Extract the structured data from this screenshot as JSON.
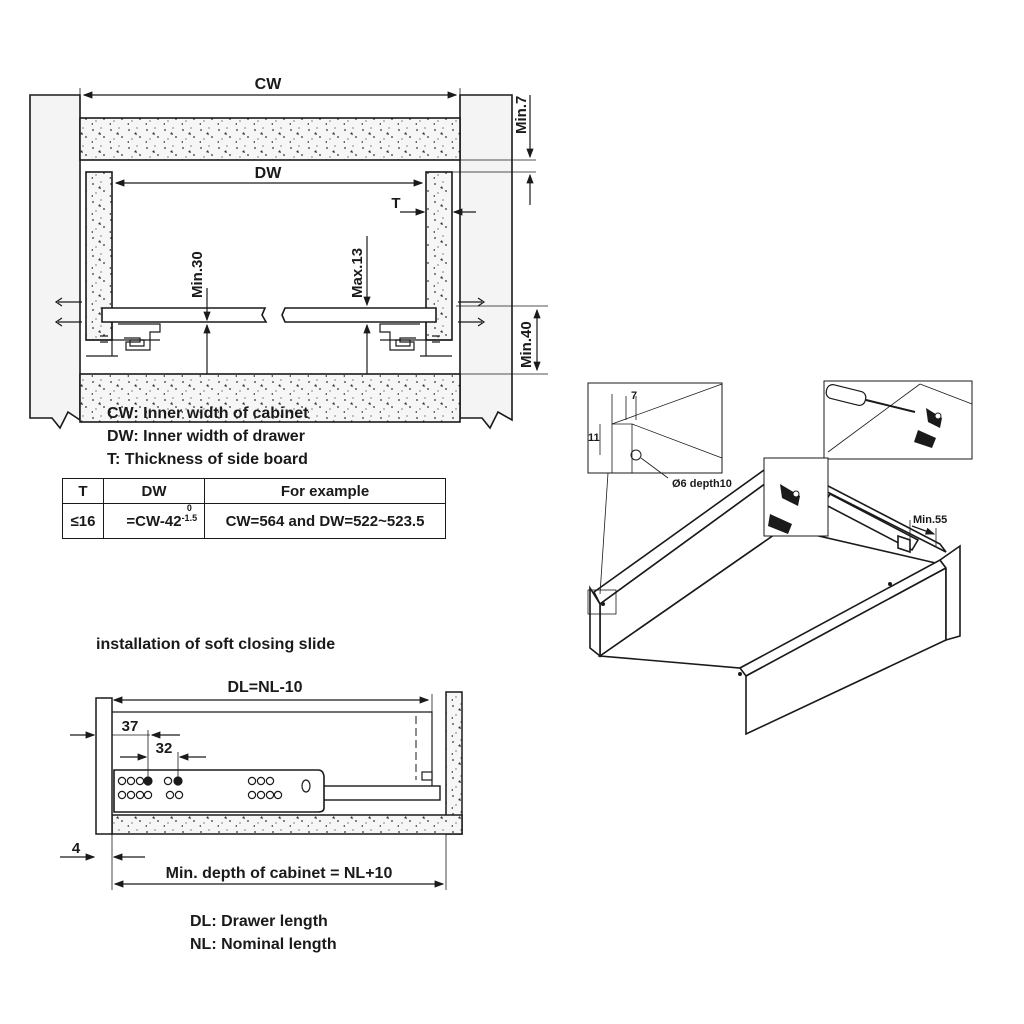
{
  "cabinet_section": {
    "cw_label": "CW",
    "dw_label": "DW",
    "t_label": "T",
    "min7_label": "Min.7",
    "min30_label": "Min.30",
    "max13_label": "Max.13",
    "min40_label": "Min.40"
  },
  "legend": [
    "CW: Inner width of cabinet",
    "DW: Inner width of drawer",
    "T: Thickness of side board"
  ],
  "spec_table": {
    "headers": [
      "T",
      "DW",
      "For example"
    ],
    "row": {
      "t": "≤16",
      "dw_formula": "=CW-42",
      "dw_tol_upper": "0",
      "dw_tol_lower": "-1.5",
      "example": "CW=564 and DW=522~523.5"
    }
  },
  "installation": {
    "heading": "installation of soft closing slide",
    "dl_label": "DL=NL-10",
    "dim_37": "37",
    "dim_32": "32",
    "dim_4": "4",
    "depth_label": "Min. depth of cabinet = NL+10",
    "notes": [
      "DL: Drawer length",
      "NL: Nominal length"
    ]
  },
  "drawer_3d": {
    "dim_7": "7",
    "dim_11": "11",
    "hole_label": "Ø6 depth10",
    "min55_label": "Min.55"
  },
  "colors": {
    "line": "#1a1a1a",
    "wall_fill": "#f4f4f4",
    "background": "#ffffff"
  }
}
